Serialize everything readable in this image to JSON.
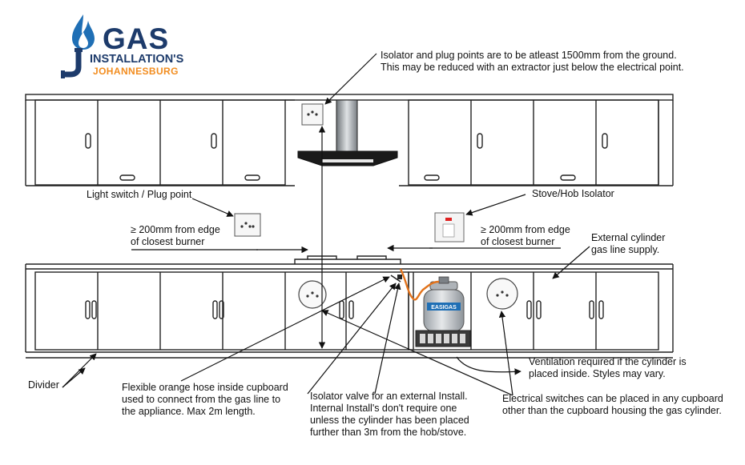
{
  "logo": {
    "line1": "GAS",
    "line2": "INSTALLATION'S",
    "line3": "JOHANNESBURG",
    "colors": {
      "navy": "#1d3b6b",
      "orange": "#f28c1e",
      "flame": "#1f6fb5"
    }
  },
  "cylinder_brand": "EASIGAS",
  "labels": {
    "isolator_height": "Isolator and plug points are to be atleast 1500mm from the ground.\nThis may be reduced with an extractor just below the electrical point.",
    "light_switch": "Light switch / Plug point",
    "clearance_left": "≥ 200mm from edge\nof closest burner",
    "stove_isolator": "Stove/Hob Isolator",
    "clearance_right": "≥ 200mm from edge\nof closest burner",
    "external_cylinder": "External cylinder\ngas line supply.",
    "divider": "Divider",
    "flexible_hose": "Flexible orange hose inside cupboard\nused to connect from the gas line to\nthe appliance. Max 2m length.",
    "isolator_valve": "Isolator valve for an external Install.\nInternal Install's don't require one\nunless the cylinder has been placed\nfurther than 3m from the hob/stove.",
    "ventilation": "Ventilation required if the cylinder is\nplaced inside. Styles may vary.",
    "electrical_switches": "Electrical switches can be placed in any cupboard\nother than the cupboard housing the gas cylinder."
  },
  "colors": {
    "line": "#222222",
    "hose": "#e2731c",
    "cylinder": "#c9cdd2"
  }
}
